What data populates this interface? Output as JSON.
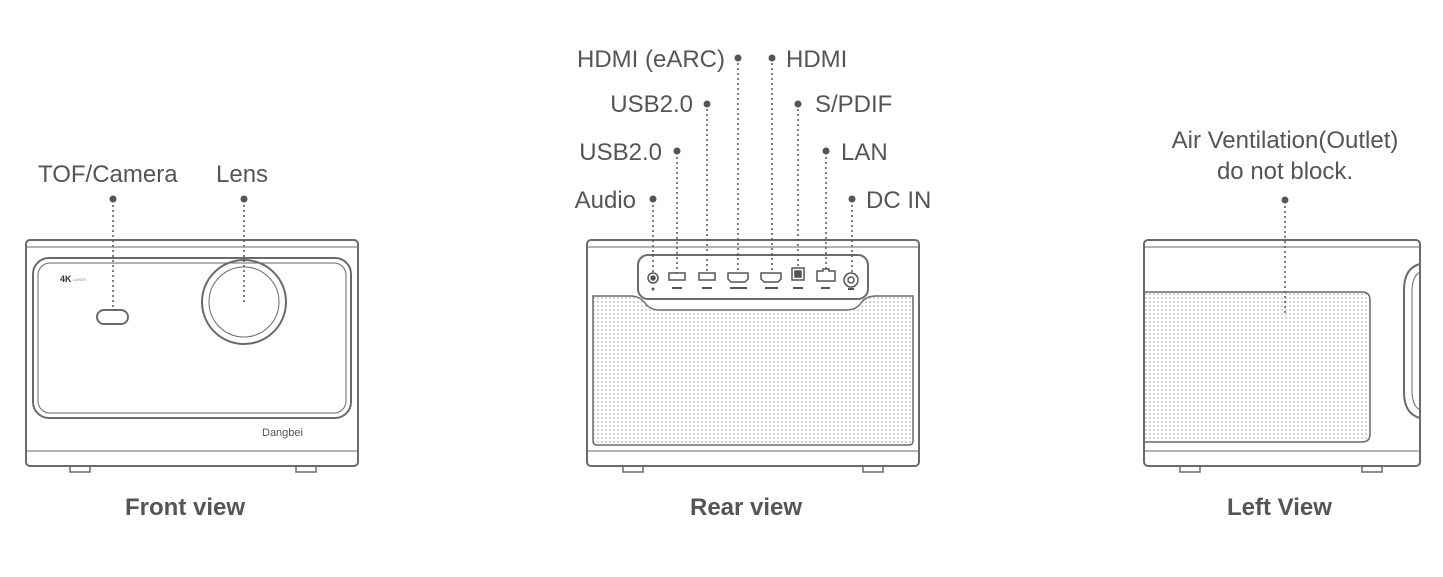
{
  "front": {
    "labels": {
      "tof_camera": "TOF/Camera",
      "lens": "Lens"
    },
    "badge": "4K",
    "badge_sub": "LASER",
    "brand": "Dangbei",
    "caption": "Front view"
  },
  "rear": {
    "labels": {
      "hdmi_earc": "HDMI (eARC)",
      "hdmi": "HDMI",
      "usb_1": "USB2.0",
      "usb_2": "USB2.0",
      "spdif": "S/PDIF",
      "lan": "LAN",
      "audio": "Audio",
      "dc_in": "DC IN"
    },
    "caption": "Rear view"
  },
  "left": {
    "labels": {
      "vent_line1": "Air Ventilation(Outlet)",
      "vent_line2": "do not block."
    },
    "caption": "Left View"
  },
  "colors": {
    "line": "#555555",
    "outline": "#6a6a6a",
    "text": "#555555"
  }
}
